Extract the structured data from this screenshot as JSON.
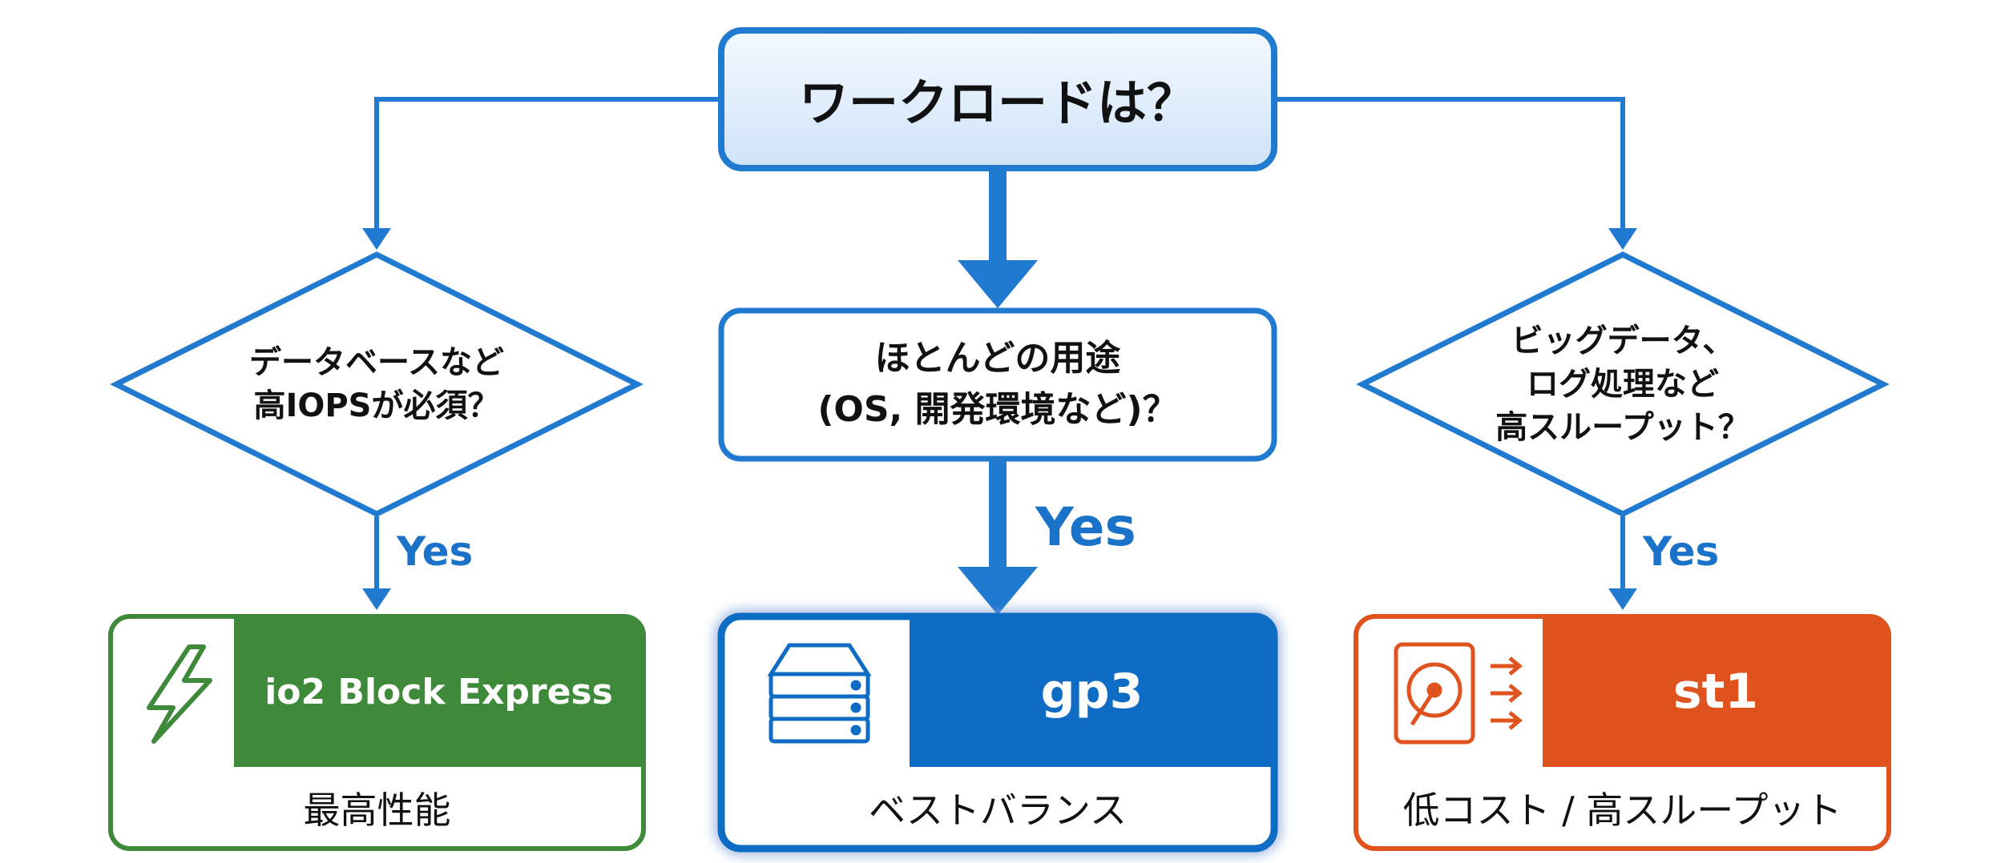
{
  "colors": {
    "blue": "#1f7ad0",
    "blue_dark": "#0f6cc4",
    "root_fill": "#dcebfa",
    "green": "#3f8a3a",
    "orange": "#e0531f",
    "text": "#111111"
  },
  "root": {
    "label": "ワークロードは？"
  },
  "questions": [
    {
      "lines": [
        "データベースなど",
        "高IOPSが必須？"
      ]
    },
    {
      "lines": [
        "ほとんどの用途",
        "(OS, 開発環境など)？"
      ]
    },
    {
      "lines": [
        "ビッグデータ、",
        "ログ処理など",
        "高スループット？"
      ]
    }
  ],
  "yes_labels": [
    "Yes",
    "Yes",
    "Yes"
  ],
  "products": [
    {
      "name": "io2 Block Express",
      "subtitle": "最高性能",
      "icon": "lightning-icon",
      "color": "#3f8a3a"
    },
    {
      "name": "gp3",
      "subtitle": "ベストバランス",
      "icon": "server-stack-icon",
      "color": "#0f6cc4"
    },
    {
      "name": "st1",
      "subtitle": "低コスト / 高スループット",
      "icon": "hard-drive-throughput-icon",
      "color": "#e0531f"
    }
  ]
}
